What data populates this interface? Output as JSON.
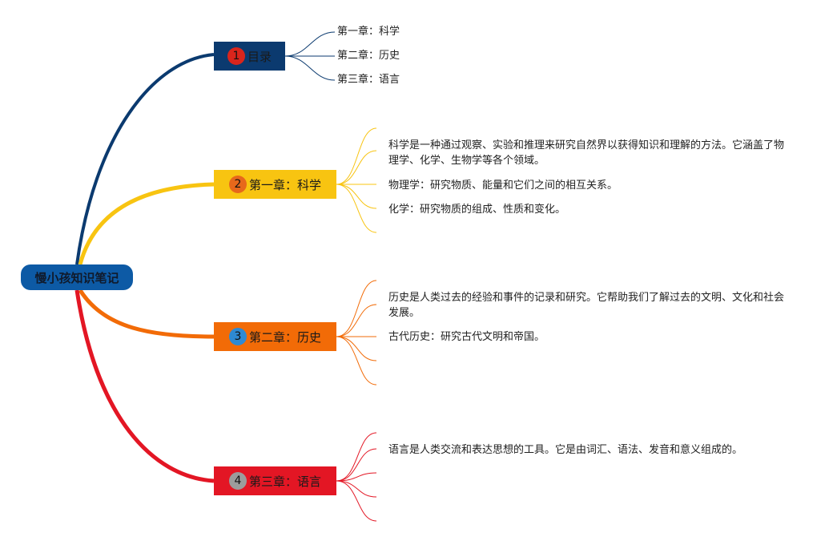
{
  "root": {
    "label": "慢小孩知识笔记"
  },
  "colors": {
    "root": "#0d5aa5",
    "topic1": "#0b3a6f",
    "topic2": "#f8c411",
    "topic3": "#f26b07",
    "topic4": "#e31624"
  },
  "topics": [
    {
      "number": "1",
      "label": "目录",
      "children": [
        "第一章：科学",
        "第二章：历史",
        "第三章：语言"
      ]
    },
    {
      "number": "2",
      "label": "第一章：科学",
      "children": [
        "科学是一种通过观察、实验和推理来研究自然界以获得知识和理解的方法。它涵盖了物理学、化学、生物学等各个领域。",
        "物理学：研究物质、能量和它们之间的相互关系。",
        "化学：研究物质的组成、性质和变化。"
      ]
    },
    {
      "number": "3",
      "label": "第二章：历史",
      "children": [
        "历史是人类过去的经验和事件的记录和研究。它帮助我们了解过去的文明、文化和社会发展。",
        "古代历史：研究古代文明和帝国。"
      ]
    },
    {
      "number": "4",
      "label": "第三章：语言",
      "children": [
        "语言是人类交流和表达思想的工具。它是由词汇、语法、发音和意义组成的。"
      ]
    }
  ]
}
